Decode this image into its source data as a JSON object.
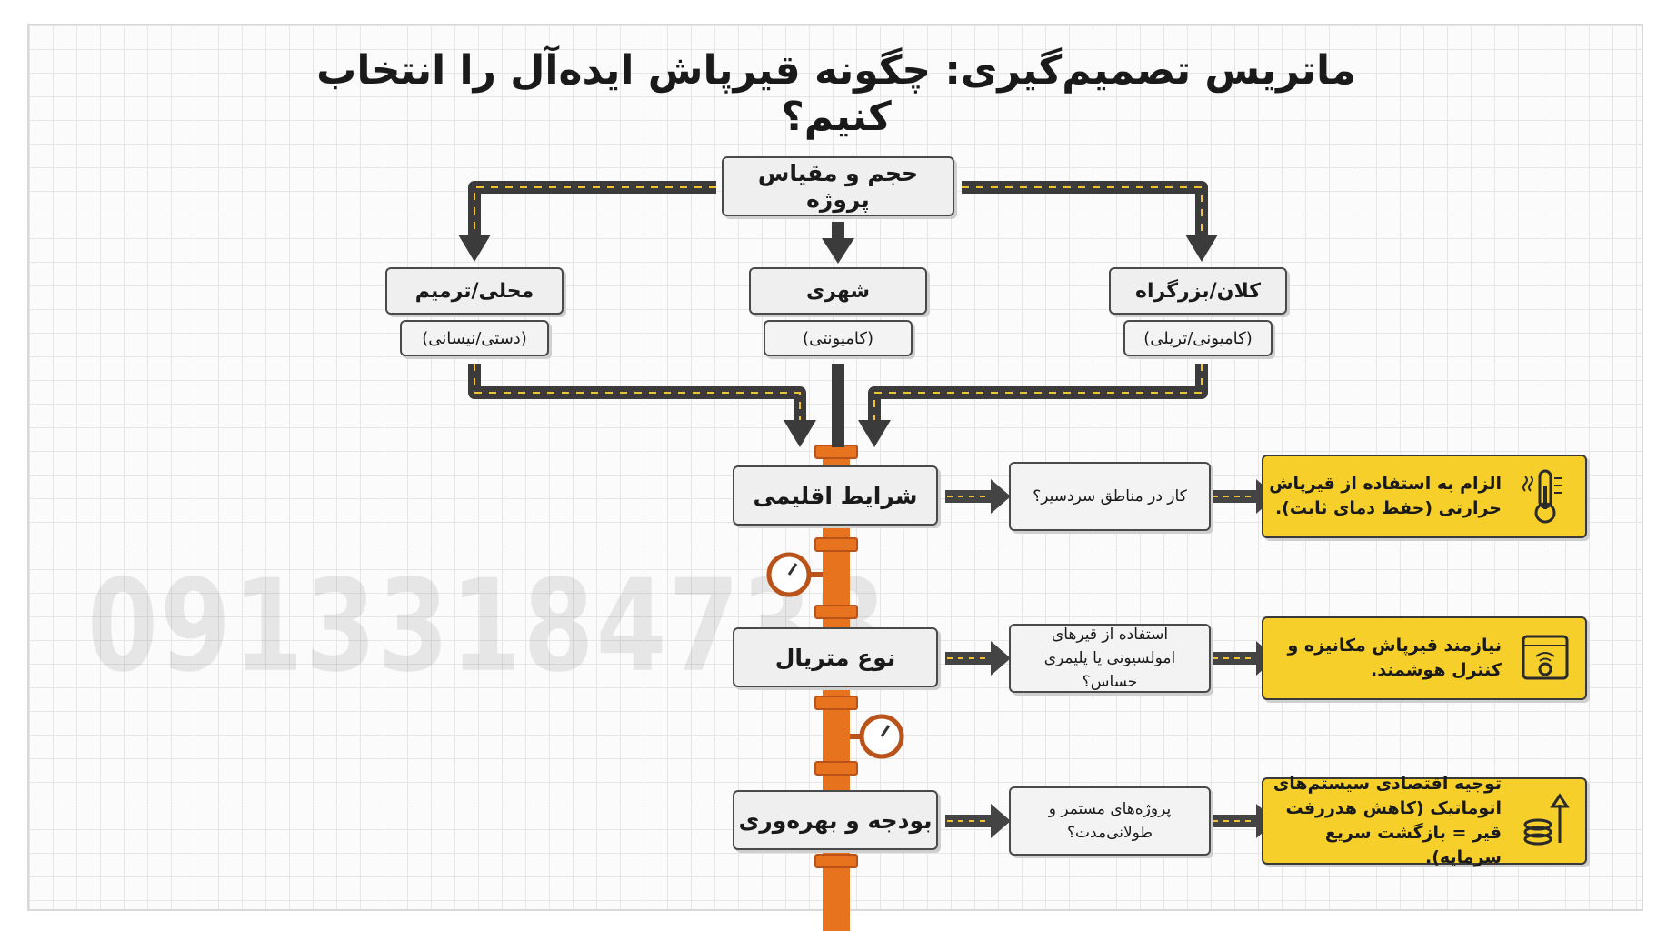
{
  "title": "ماتریس تصمیم‌گیری: چگونه قیرپاش ایده‌آل را انتخاب کنیم؟",
  "watermark": "09133184738",
  "top_node": "حجم و مقیاس پروژه",
  "scales": [
    {
      "name": "کلان/بزرگراه",
      "type": "(کامیونی/تریلی)"
    },
    {
      "name": "شهری",
      "type": "(کامیونتی)"
    },
    {
      "name": "محلی/ترمیم",
      "type": "(دستی/نیسانی)"
    }
  ],
  "criteria": [
    {
      "factor": "شرایط اقلیمی",
      "question": "کار در مناطق سردسیر؟",
      "result": "الزام به استفاده از قیرپاش حرارتی (حفظ دمای ثابت).",
      "icon": "thermometer-icon"
    },
    {
      "factor": "نوع متریال",
      "question": "استفاده از قیرهای امولسیونی یا پلیمری حساس؟",
      "result": "نیازمند قیرپاش مکانیزه و کنترل هوشمند.",
      "icon": "smart-control-icon"
    },
    {
      "factor": "بودجه و بهره‌وری",
      "question": "پروژه‌های مستمر و طولانی‌مدت؟",
      "result": "توجیه اقتصادی سیستم‌های اتوماتیک (کاهش هدررفت قیر = بازگشت سریع سرمایه).",
      "icon": "coins-growth-icon"
    }
  ],
  "colors": {
    "pipe": "#e8731f",
    "connector": "#3b3b3b",
    "result_bg": "#f6cf2a",
    "arrow": "#444444"
  }
}
